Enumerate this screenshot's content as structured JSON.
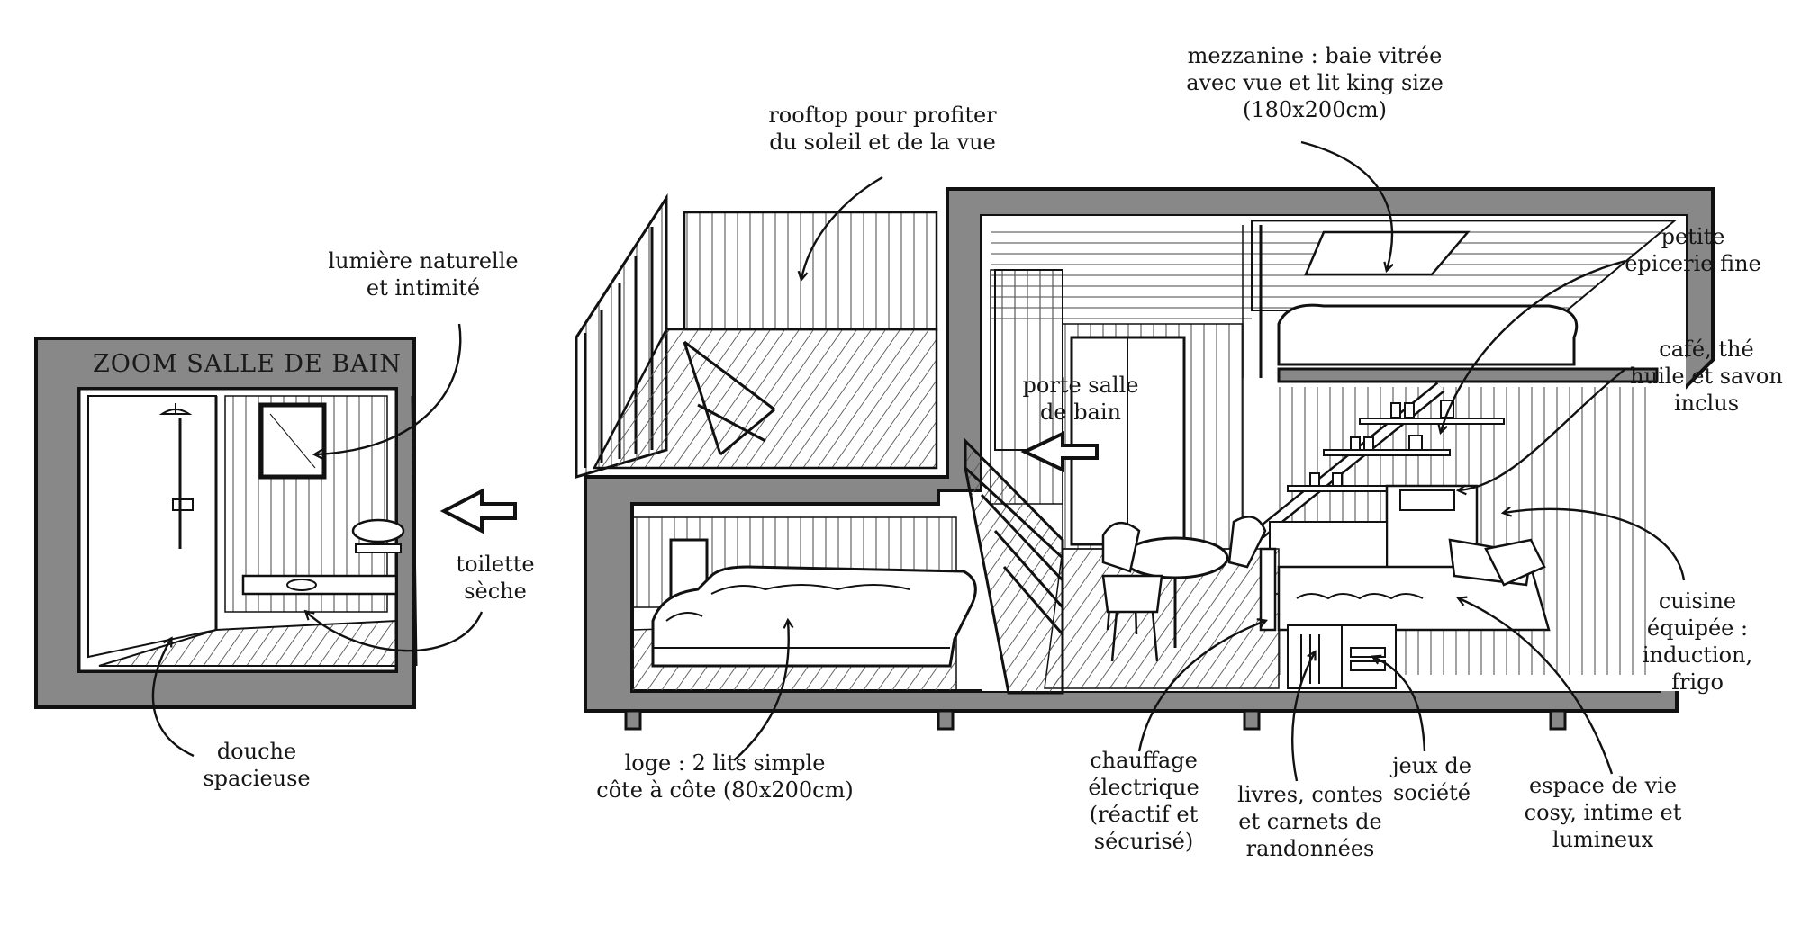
{
  "zoom_title": "ZOOM SALLE DE BAIN",
  "labels": {
    "mezzanine": [
      "mezzanine : baie vitrée",
      "avec vue et lit king size",
      "(180x200cm)"
    ],
    "rooftop": [
      "rooftop pour profiter",
      "du soleil et de la vue"
    ],
    "lumiere": [
      "lumière naturelle",
      "et intimité"
    ],
    "toilette": [
      "toilette",
      "sèche"
    ],
    "douche": [
      "douche",
      "spacieuse"
    ],
    "porte": [
      "porte salle",
      "de bain"
    ],
    "epicerie": [
      "petite",
      "épicerie fine"
    ],
    "cafe": [
      "café, thé",
      "huile et savon",
      "inclus"
    ],
    "cuisine": [
      "cuisine",
      "équipée :",
      "induction,",
      "frigo"
    ],
    "loge": [
      "loge : 2 lits simple",
      "côte à côte (80x200cm)"
    ],
    "chauffage": [
      "chauffage",
      "électrique",
      "(réactif et",
      "sécurisé)"
    ],
    "livres": [
      "livres, contes",
      "et carnets de",
      "randonnées"
    ],
    "jeux": [
      "jeux de",
      "société"
    ],
    "espace": [
      "espace de vie",
      "cosy, intime et",
      "lumineux"
    ]
  },
  "colors": {
    "wall": "#888888",
    "ink": "#111111",
    "paper": "#ffffff"
  }
}
